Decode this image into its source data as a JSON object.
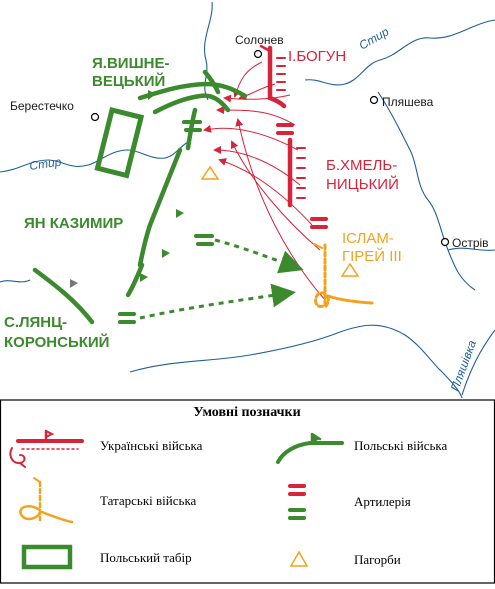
{
  "map": {
    "towns": {
      "solonev": "Солонев",
      "berestechko": "Берестечко",
      "plyasheva": "Пляшева",
      "ostriv": "Острів"
    },
    "rivers": {
      "styr_left": "Стир",
      "styr_right": "Стир",
      "plyashivka": "Пляшівка"
    },
    "commanders": {
      "vyshnevetsky_1": "Я.ВИШНЕ-",
      "vyshnevetsky_2": "ВЕЦЬКИЙ",
      "yan_kazymyr": "ЯН КАЗИМИР",
      "lyantskoronsky_1": "С.ЛЯНЦ-",
      "lyantskoronsky_2": "КОРОНСЬКИЙ",
      "bohun": "І.БОГУН",
      "khmelnytsky_1": "Б.ХМЕЛЬ-",
      "khmelnytsky_2": "НИЦЬКИЙ",
      "islam_1": "ІСЛАМ-",
      "islam_2": "ГІРЕЙ III"
    }
  },
  "legend": {
    "title": "Умовні позначки",
    "items": {
      "ukrainian": "Українські війська",
      "polish": "Польські війська",
      "tatar": "Татарські війська",
      "artillery": "Артилерія",
      "camp": "Польський табір",
      "hills": "Пагорби"
    }
  },
  "colors": {
    "ukrainian": "#d8243a",
    "polish": "#3b8a2e",
    "tatar": "#f2a31b",
    "river": "#1f5f9a"
  }
}
